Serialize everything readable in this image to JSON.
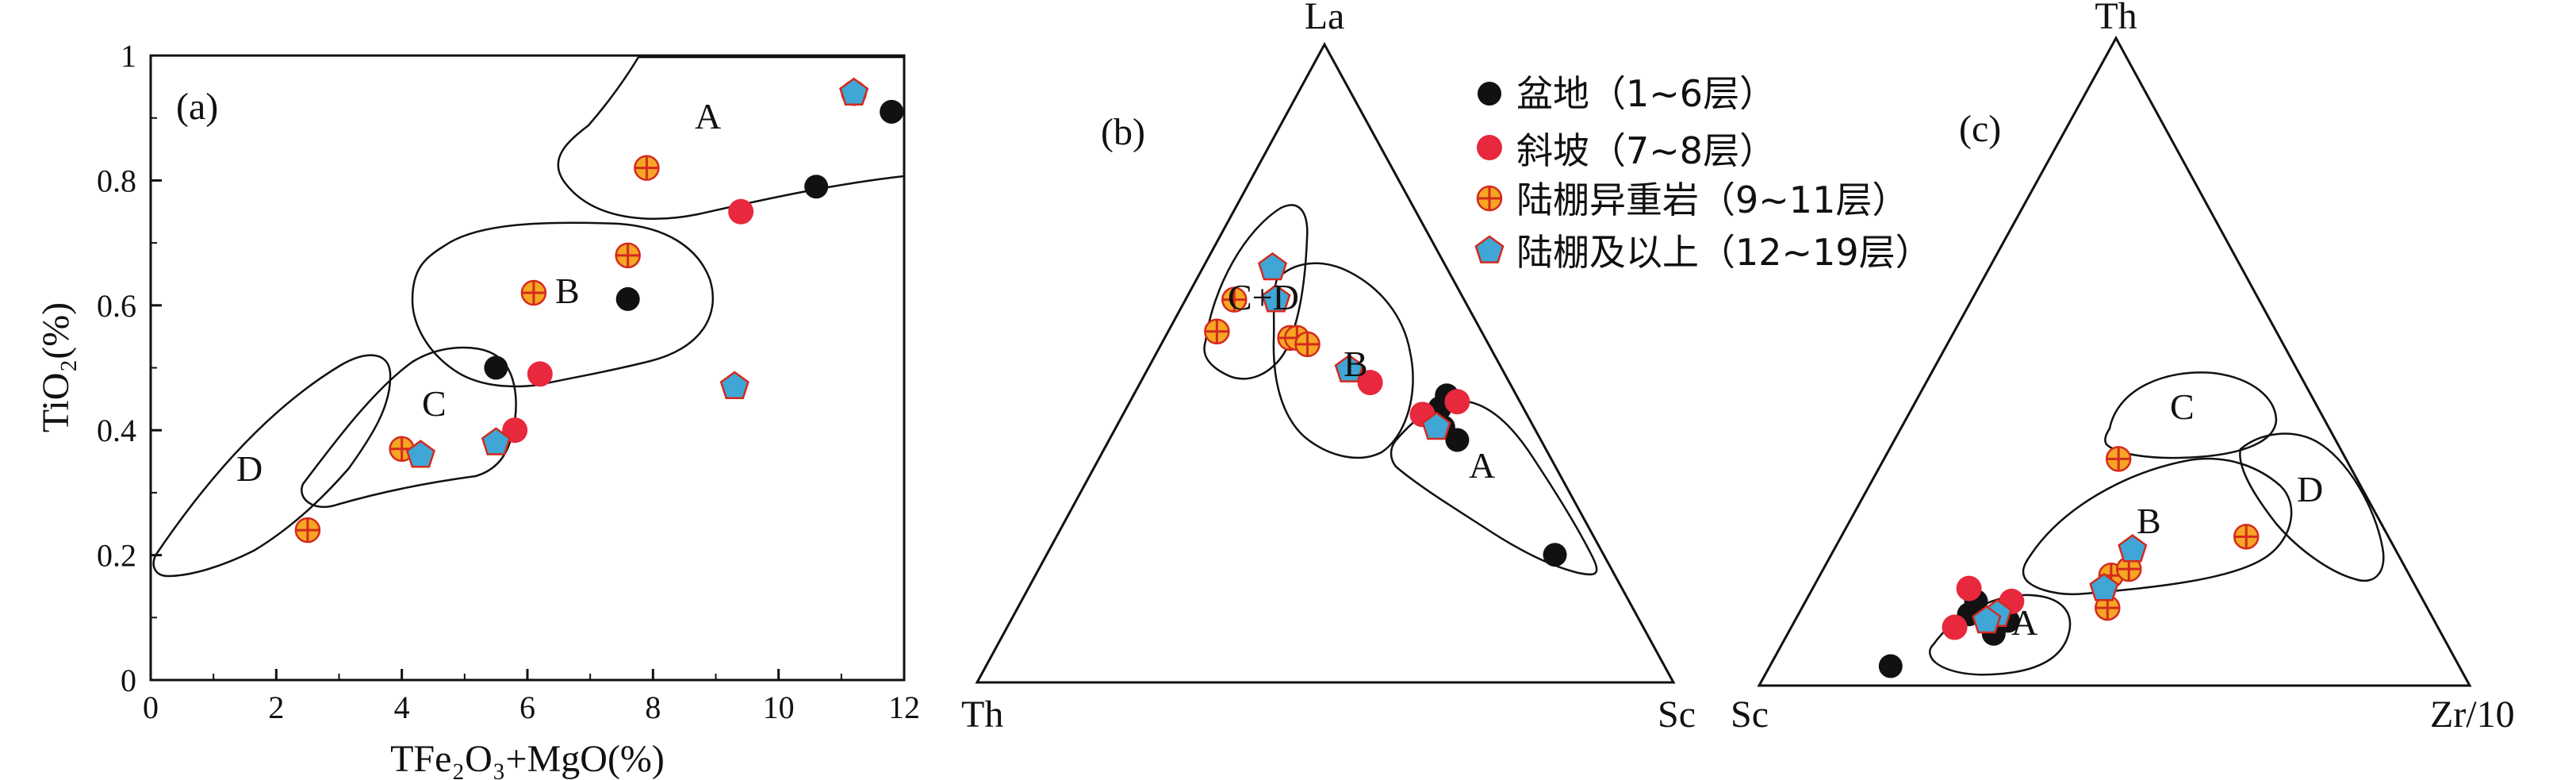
{
  "colors": {
    "basin": "#111111",
    "slope": "#e8283c",
    "shelf_hetero_fill": "#f5a623",
    "shelf_hetero_cross": "#d42a1e",
    "shelf_above_fill": "#3fa6d6",
    "shelf_above_stroke": "#d42a1e",
    "line": "#111111"
  },
  "legend": {
    "items": [
      {
        "key": "basin",
        "label": "盆地（1~6层）"
      },
      {
        "key": "slope",
        "label": "斜坡（7~8层）"
      },
      {
        "key": "shelf_hetero",
        "label": "陆棚异重岩（9~11层）"
      },
      {
        "key": "shelf_above",
        "label": "陆棚及以上（12~19层）"
      }
    ]
  },
  "chart_data": [
    {
      "type": "scatter",
      "panel_label": "(a)",
      "xlabel": "TFe₂O₃+MgO(%)",
      "ylabel": "TiO₂(%)",
      "xlim": [
        0,
        12
      ],
      "ylim": [
        0,
        1
      ],
      "xticks": [
        "0",
        "2",
        "4",
        "6",
        "8",
        "10",
        "12"
      ],
      "yticks": [
        "0",
        "0.2",
        "0.4",
        "0.6",
        "0.8",
        "1"
      ],
      "fields": [
        "A",
        "B",
        "C",
        "D"
      ],
      "series": [
        {
          "key": "basin",
          "x": [
            5.5,
            7.6,
            10.6,
            11.8
          ],
          "y": [
            0.5,
            0.61,
            0.79,
            0.91
          ]
        },
        {
          "key": "slope",
          "x": [
            5.8,
            6.2,
            9.4
          ],
          "y": [
            0.4,
            0.49,
            0.75
          ]
        },
        {
          "key": "shelf_hetero",
          "x": [
            2.5,
            4.0,
            6.1,
            7.6,
            7.9,
            11.2
          ],
          "y": [
            0.24,
            0.37,
            0.62,
            0.68,
            0.82,
            0.94
          ]
        },
        {
          "key": "shelf_above",
          "x": [
            4.3,
            5.5,
            9.3,
            11.2
          ],
          "y": [
            0.36,
            0.38,
            0.47,
            0.94
          ]
        }
      ]
    },
    {
      "type": "ternary",
      "panel_label": "(b)",
      "vertices": {
        "top": "La",
        "left": "Th",
        "right": "Sc"
      },
      "fields": [
        "C+D",
        "B",
        "A"
      ],
      "series": [
        {
          "key": "basin",
          "points": [
            [
              0.43,
              0.12,
              0.45
            ],
            [
              0.45,
              0.1,
              0.45
            ],
            [
              0.38,
              0.12,
              0.5
            ],
            [
              0.4,
              0.13,
              0.47
            ],
            [
              0.2,
              0.07,
              0.73
            ]
          ]
        },
        {
          "key": "slope",
          "points": [
            [
              0.47,
              0.2,
              0.33
            ],
            [
              0.42,
              0.15,
              0.43
            ],
            [
              0.44,
              0.09,
              0.47
            ]
          ]
        },
        {
          "key": "shelf_hetero",
          "points": [
            [
              0.6,
              0.33,
              0.07
            ],
            [
              0.55,
              0.38,
              0.07
            ],
            [
              0.54,
              0.28,
              0.18
            ],
            [
              0.54,
              0.27,
              0.19
            ],
            [
              0.53,
              0.26,
              0.21
            ]
          ]
        },
        {
          "key": "shelf_above",
          "points": [
            [
              0.6,
              0.27,
              0.13
            ],
            [
              0.65,
              0.25,
              0.1
            ],
            [
              0.49,
              0.22,
              0.29
            ],
            [
              0.4,
              0.14,
              0.46
            ]
          ]
        }
      ]
    },
    {
      "type": "ternary",
      "panel_label": "(c)",
      "vertices": {
        "top": "Th",
        "left": "Sc",
        "right": "Zr/10"
      },
      "fields": [
        "C",
        "B",
        "D",
        "A"
      ],
      "series": [
        {
          "key": "basin",
          "points": [
            [
              0.03,
              0.8,
              0.17
            ],
            [
              0.08,
              0.63,
              0.29
            ],
            [
              0.11,
              0.65,
              0.24
            ],
            [
              0.13,
              0.63,
              0.24
            ],
            [
              0.1,
              0.6,
              0.3
            ]
          ]
        },
        {
          "key": "slope",
          "points": [
            [
              0.15,
              0.63,
              0.22
            ],
            [
              0.09,
              0.68,
              0.23
            ],
            [
              0.13,
              0.58,
              0.29
            ]
          ]
        },
        {
          "key": "shelf_hetero",
          "points": [
            [
              0.35,
              0.32,
              0.33
            ],
            [
              0.23,
              0.2,
              0.57
            ],
            [
              0.17,
              0.42,
              0.41
            ],
            [
              0.18,
              0.39,
              0.43
            ],
            [
              0.12,
              0.45,
              0.43
            ]
          ]
        },
        {
          "key": "shelf_above",
          "points": [
            [
              0.15,
              0.44,
              0.41
            ],
            [
              0.21,
              0.37,
              0.42
            ],
            [
              0.11,
              0.61,
              0.28
            ],
            [
              0.1,
              0.63,
              0.27
            ]
          ]
        }
      ]
    }
  ]
}
